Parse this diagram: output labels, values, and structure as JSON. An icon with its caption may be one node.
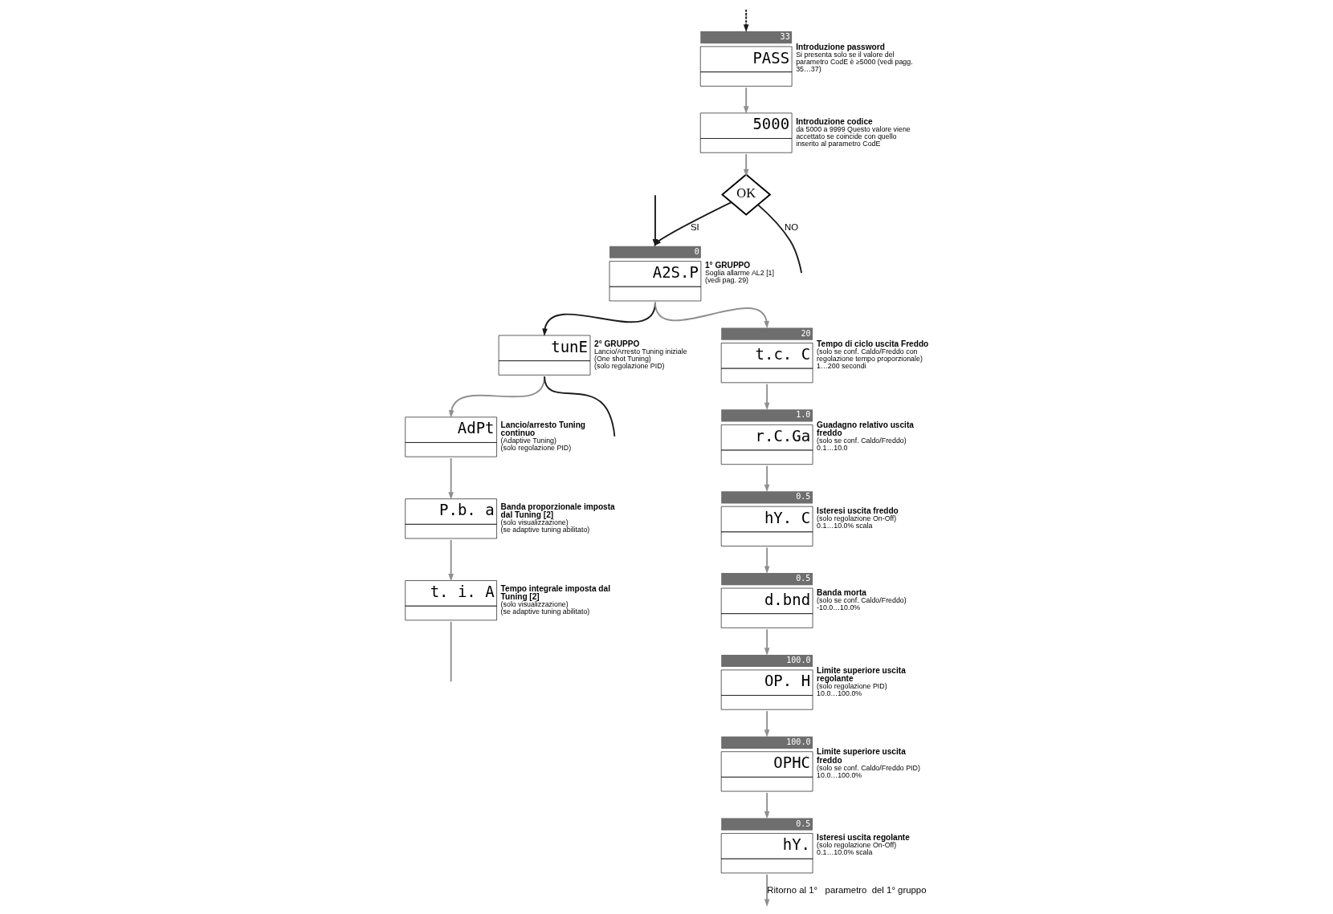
{
  "diagram": {
    "nodes": [
      {
        "text": [
          "33",
          "PASS"
        ],
        "beside": [
          "Introduzione password",
          "Si presenta solo se il valore del parametro CodE è ≥5000 (vedi pagg. 35…37)"
        ]
      },
      {
        "text": [
          "5000"
        ],
        "beside": [
          "Introduzione codice",
          "da 5000 a 9999 Questo valore viene accettato se coincide con quello inserito al parametro CodE"
        ]
      },
      {
        "text": [
          "OK"
        ]
      },
      {
        "text": [
          "0",
          "A2S.P"
        ],
        "beside": [
          "1° GRUPPO",
          "Soglia allarme AL2 [1]",
          "(vedi pag. 29)"
        ]
      },
      {
        "text": [
          "tunE"
        ],
        "beside": [
          "2° GRUPPO",
          "Lancio/Arresto Tuning iniziale",
          "(One shot Tuning)",
          "(solo regolazione PID)"
        ]
      },
      {
        "text": [
          "0.5",
          "d.bnd"
        ],
        "beside": [
          "Banda morta",
          "(solo se conf. Caldo/Freddo)",
          "-10.0…10.0%"
        ]
      },
      {
        "text": [
          "20",
          "t.c. C"
        ],
        "beside": [
          "Tempo di ciclo uscita Freddo",
          "(solo se conf. Caldo/Freddo con regolazione tempo proporzionale)",
          "1…200 secondi"
        ]
      },
      {
        "text": [
          "100.0",
          "OP. H"
        ],
        "beside": [
          "Limite superiore uscita regolante",
          "(solo regolazione PID)",
          "10.0…100.0%"
        ]
      },
      {
        "text": [
          "1.0",
          "r.C.Ga"
        ],
        "beside": [
          "Guadagno relativo uscita freddo",
          "(solo se conf. Caldo/Freddo)",
          "0.1…10.0"
        ]
      },
      {
        "text": [
          "100.0",
          "OPHC"
        ],
        "beside": [
          "Limite superiore uscita freddo",
          "(solo se conf. Caldo/Freddo PID)",
          "10.0…100.0%"
        ]
      },
      {
        "text": [
          "0.5",
          "hY. C"
        ],
        "beside": [
          "Isteresi uscita freddo",
          "(solo regolazione On-Off)",
          "0.1…10.0% scala"
        ]
      },
      {
        "text": [
          "0.5",
          "hY."
        ],
        "beside": [
          "Isteresi uscita regolante",
          "(solo regolazione On-Off)",
          "0.1…10.0% scala"
        ]
      },
      {
        "text": [
          "AdPt"
        ],
        "beside": [
          "Lancio/arresto Tuning continuo",
          "(Adaptive Tuning)",
          "(solo regolazione PID)"
        ]
      },
      {
        "text": [
          "P.b. a"
        ],
        "beside": [
          "Banda proporzionale imposta dal Tuning [2]",
          "(solo visualizzazione)",
          "(se adaptive tuning abilitato)"
        ]
      },
      {
        "text": [
          "t. i. A"
        ],
        "beside": [
          "Tempo integrale imposta dal Tuning [2]",
          "(solo visualizzazione)",
          "(se adaptive tuning abilitato)"
        ]
      }
    ],
    "edges": [
      {
        "from": null,
        "to": 0,
        "arrow": "to",
        "style": "dashed",
        "color": "#1a1a1a"
      },
      {
        "from": null,
        "to": 3,
        "arrow": "to",
        "color": "#1a1a1a"
      },
      {
        "from": 0,
        "to": 1,
        "arrow": "to"
      },
      {
        "from": 1,
        "to": 2,
        "arrow": "to"
      },
      {
        "from": 2,
        "to": 3,
        "arrow": "to",
        "label": "SI",
        "color": "#1a1a1a"
      },
      {
        "from": 2,
        "to": null,
        "arrow": "none",
        "label": "NO",
        "color": "#1a1a1a"
      },
      {
        "from": 3,
        "to": 4,
        "arrow": "to",
        "color": "#1a1a1a"
      },
      {
        "from": 4,
        "to": null,
        "arrow": "none",
        "color": "#1a1a1a"
      },
      {
        "from": 3,
        "to": 6,
        "arrow": "to"
      },
      {
        "from": 6,
        "to": 8,
        "arrow": "to"
      },
      {
        "from": 8,
        "to": 10,
        "arrow": "to"
      },
      {
        "from": 10,
        "to": 5,
        "arrow": "to"
      },
      {
        "from": 5,
        "to": 7,
        "arrow": "to"
      },
      {
        "from": 7,
        "to": 9,
        "arrow": "to"
      },
      {
        "from": 9,
        "to": 11,
        "arrow": "to"
      },
      {
        "from": 11,
        "to": null,
        "arrow": "to",
        "label": "Ritorno al 1°   parametro  del 1° gruppo"
      },
      {
        "from": 4,
        "to": 12,
        "arrow": "to"
      },
      {
        "from": 12,
        "to": 13,
        "arrow": "to"
      },
      {
        "from": 13,
        "to": 14,
        "arrow": "to"
      },
      {
        "from": 14,
        "to": null,
        "arrow": "none"
      }
    ]
  }
}
